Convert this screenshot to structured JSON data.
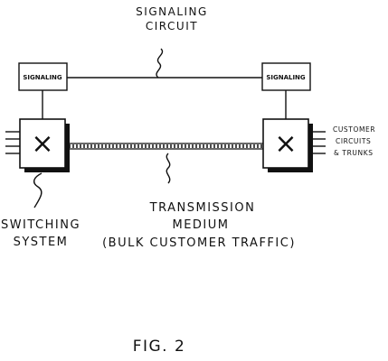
{
  "labels": {
    "signaling_circuit_line1": "SIGNALING",
    "signaling_circuit_line2": "CIRCUIT",
    "left_signaling_box": "SIGNALING",
    "right_signaling_box": "SIGNALING",
    "customer_line1": "CUSTOMER",
    "customer_line2": "CIRCUITS",
    "customer_line3": "& TRUNKS",
    "transmission_line1": "TRANSMISSION",
    "transmission_line2": "MEDIUM",
    "transmission_line3": "(BULK CUSTOMER TRAFFIC)",
    "switching_line1": "SWITCHING",
    "switching_line2": "SYSTEM",
    "figure_caption": "FIG. 2"
  },
  "symbols": {
    "switch_cross": "×"
  },
  "colors": {
    "ink": "#111111",
    "paper": "#ffffff"
  }
}
